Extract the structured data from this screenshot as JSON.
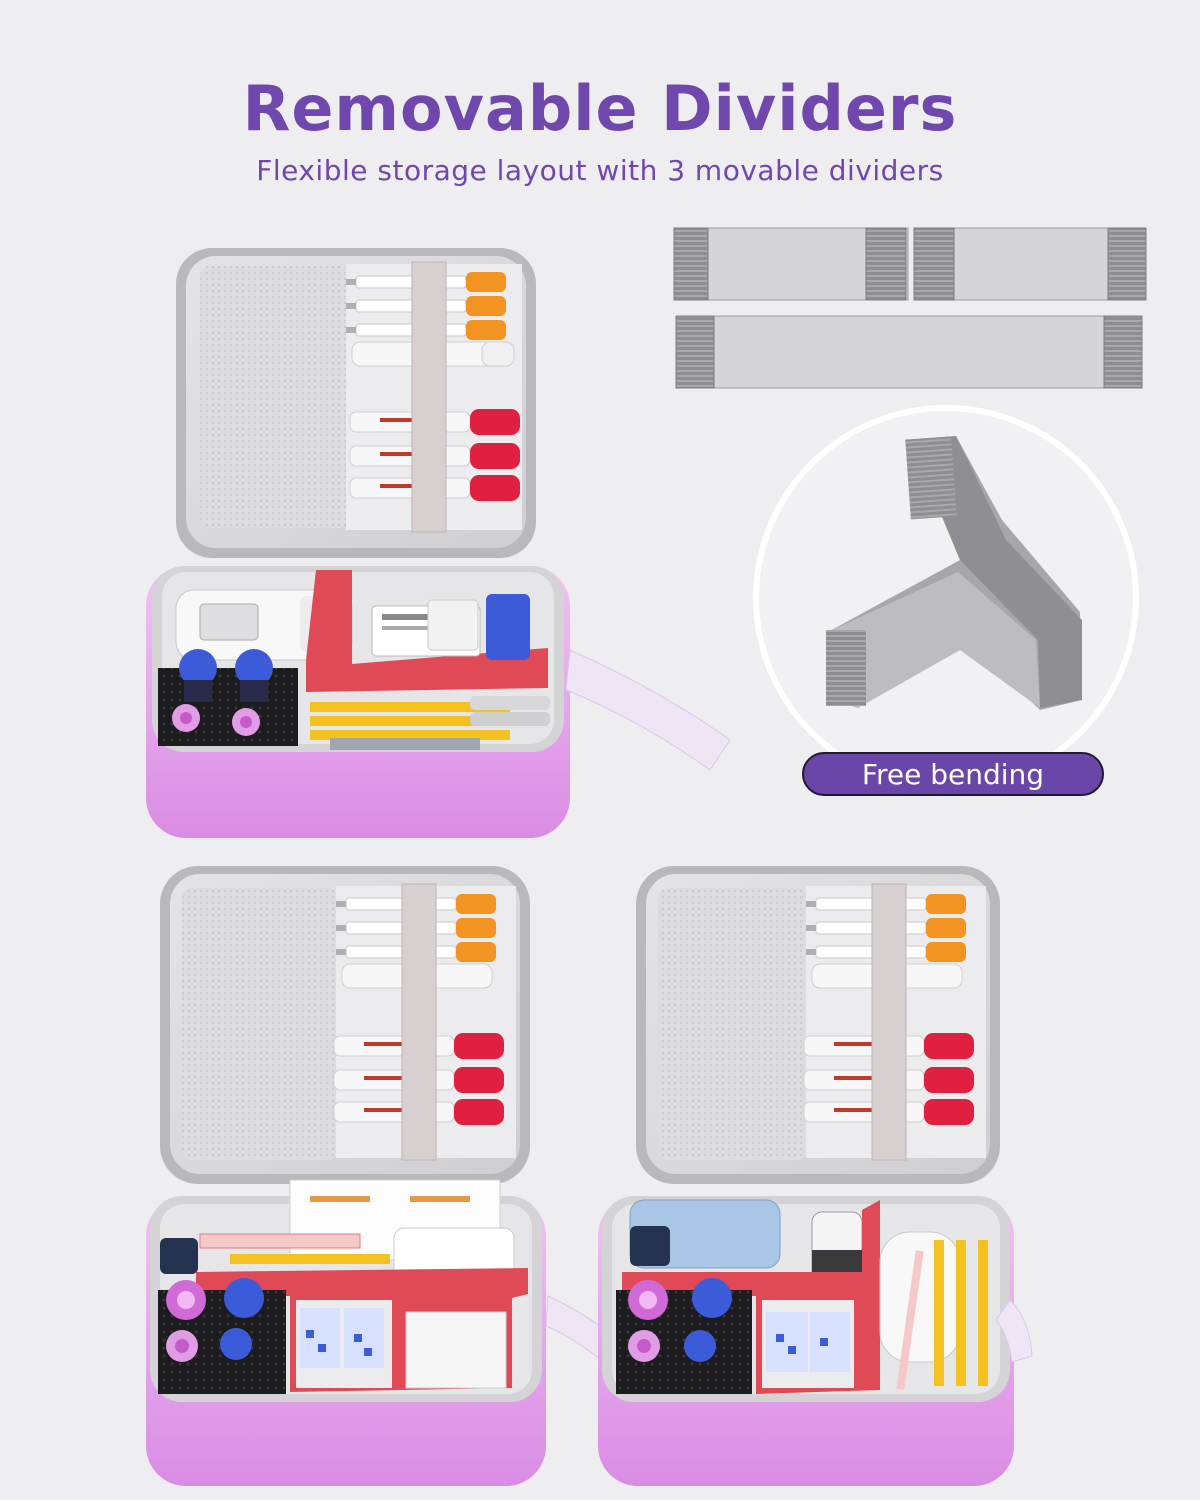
{
  "header": {
    "title": "Removable Dividers",
    "subtitle": "Flexible storage layout with 3 movable dividers"
  },
  "badge": {
    "label": "Free bending"
  },
  "product": {
    "case_color": "#e9a8f0",
    "lining_color": "#d9d9dc",
    "divider_color": "#bdbdc1",
    "accent_red": "#e04a56",
    "accent_orange": "#f39321",
    "accent_blue": "#3c5bd8",
    "accent_pink": "#d06ad7"
  },
  "colors": {
    "title": "#7048ad",
    "badge_bg": "#6a46a8"
  }
}
